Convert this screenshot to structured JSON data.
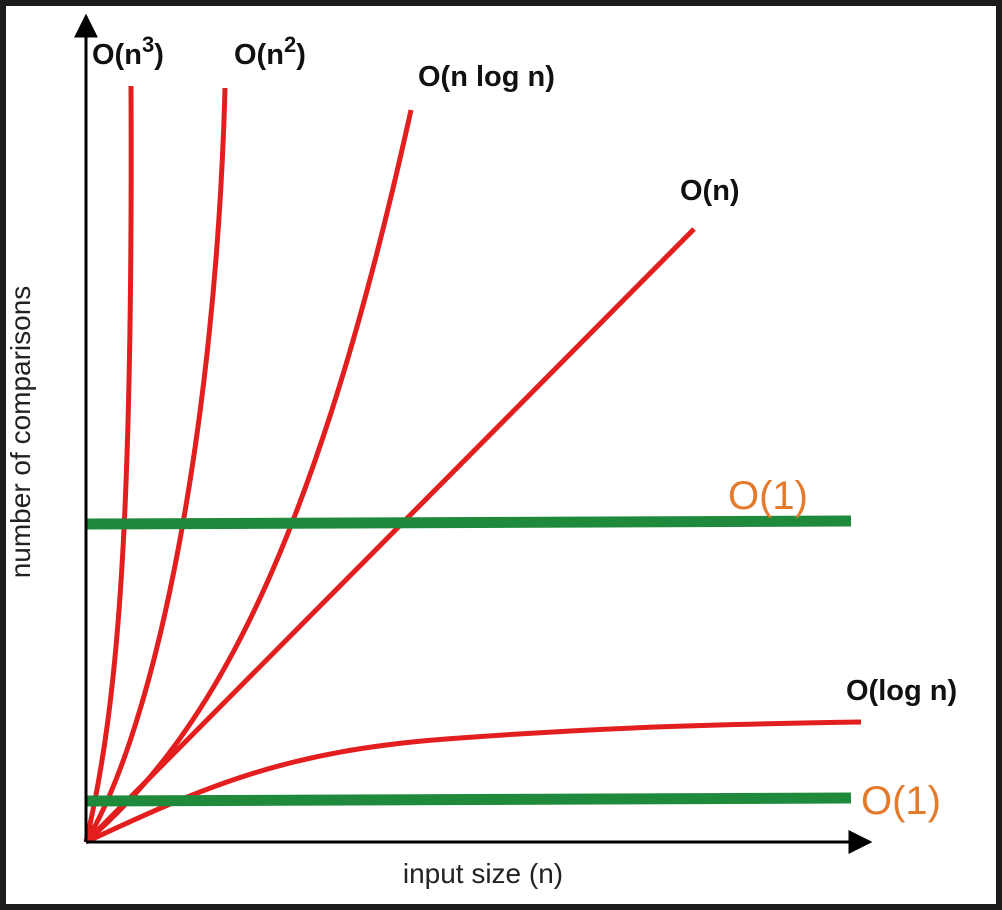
{
  "chart_data": {
    "type": "line",
    "title": "",
    "xlabel": "input size (n)",
    "ylabel": "number of comparisons",
    "grid": false,
    "ticks": "none",
    "axis_arrows": true,
    "series": [
      {
        "name": "O(n³)",
        "label_base": "O(n",
        "label_sup": "3",
        "label_tail": ")",
        "family": "cubic",
        "color": "#e31e1e"
      },
      {
        "name": "O(n²)",
        "label_base": "O(n",
        "label_sup": "2",
        "label_tail": ")",
        "family": "quadratic",
        "color": "#e31e1e"
      },
      {
        "name": "O(n log n)",
        "label_base": "O(n log n)",
        "label_sup": "",
        "label_tail": "",
        "family": "linearithmic",
        "color": "#e31e1e"
      },
      {
        "name": "O(n)",
        "label_base": "O(n)",
        "label_sup": "",
        "label_tail": "",
        "family": "linear",
        "color": "#e31e1e"
      },
      {
        "name": "O(log n)",
        "label_base": "O(log n)",
        "label_sup": "",
        "label_tail": "",
        "family": "logarithmic",
        "color": "#e31e1e"
      },
      {
        "name": "O(1)",
        "label_base": "O(1)",
        "label_sup": "",
        "label_tail": "",
        "family": "constant",
        "level": "high",
        "color": "#1f8a3c",
        "label_color": "#e37a2c"
      },
      {
        "name": "O(1)",
        "label_base": "O(1)",
        "label_sup": "",
        "label_tail": "",
        "family": "constant",
        "level": "low",
        "color": "#1f8a3c",
        "label_color": "#e37a2c"
      }
    ]
  }
}
